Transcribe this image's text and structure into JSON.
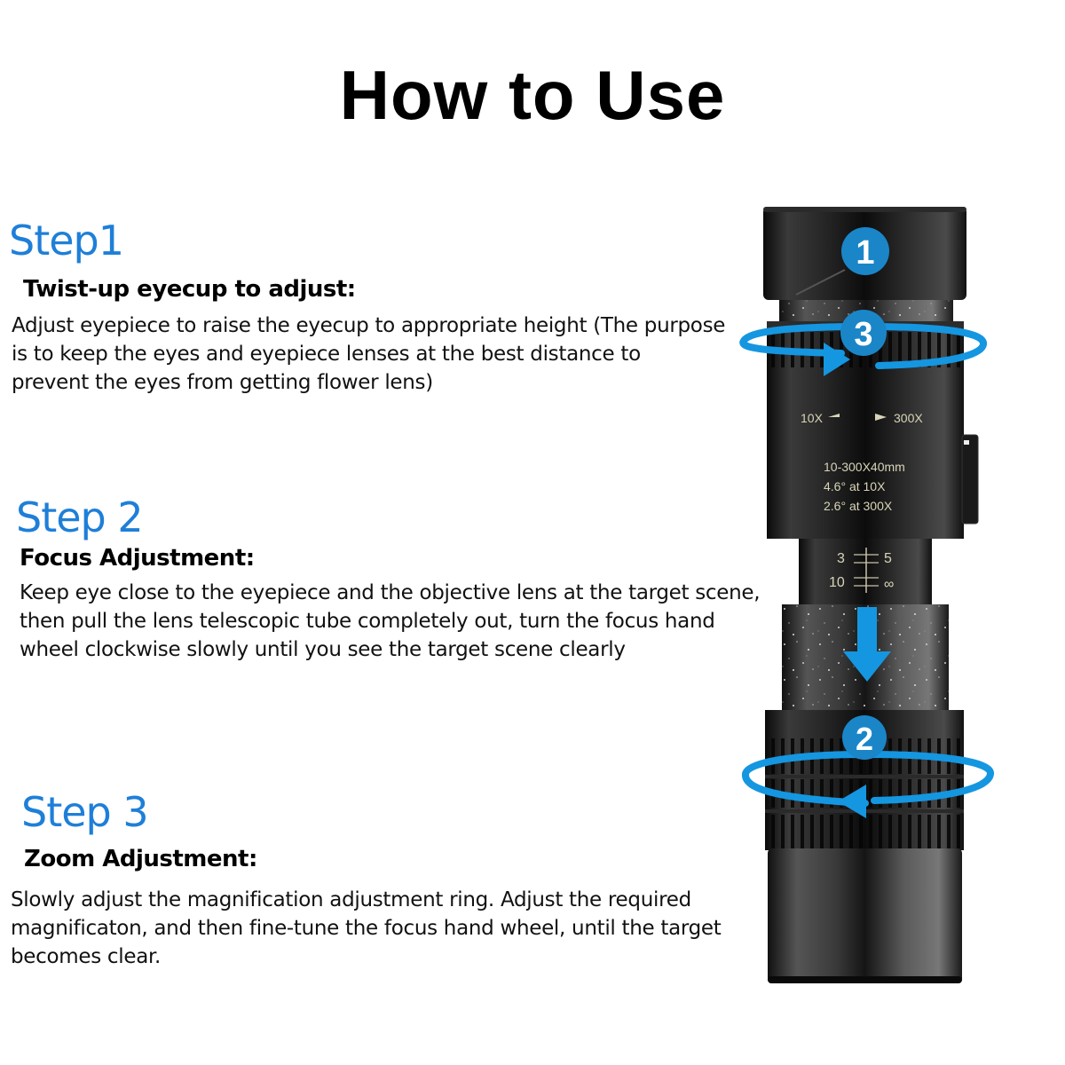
{
  "title": "How to Use",
  "steps": [
    {
      "heading": "Step1",
      "subheading": "Twist-up eyecup to adjust:",
      "body_lines": [
        "Adjust eyepiece to raise the eyecup to appropriate height (The purpose",
        "is to keep the eyes and eyepiece lenses at the best distance to",
        "prevent the eyes from getting flower lens)"
      ]
    },
    {
      "heading": "Step 2",
      "subheading": "Focus Adjustment:",
      "body_lines": [
        "Keep eye close to the eyepiece and the objective lens at the target scene,",
        "then pull the lens telescopic tube completely out, turn the focus hand",
        "wheel clockwise slowly until you see the target scene clearly"
      ]
    },
    {
      "heading": "Step 3",
      "subheading": "Zoom Adjustment:",
      "body_lines": [
        "Slowly adjust the magnification adjustment ring. Adjust the required",
        "magnificaton, and then fine-tune the focus hand wheel, until the target",
        "becomes clear."
      ]
    }
  ],
  "telescope": {
    "markers": [
      "1",
      "3",
      "2"
    ],
    "zoom_min": "10X",
    "zoom_max": "300X",
    "spec_lines": [
      "10-300X40mm",
      "4.6° at 10X",
      "2.6° at 300X"
    ],
    "focus_scale": {
      "top_left": "3",
      "top_right": "5",
      "bottom_left": "10",
      "bottom_right": "∞"
    }
  },
  "colors": {
    "accent_blue": "#1e7fd8",
    "marker_blue": "#1a86c8",
    "arrow_blue": "#1596e0",
    "body_black": "#141414"
  }
}
